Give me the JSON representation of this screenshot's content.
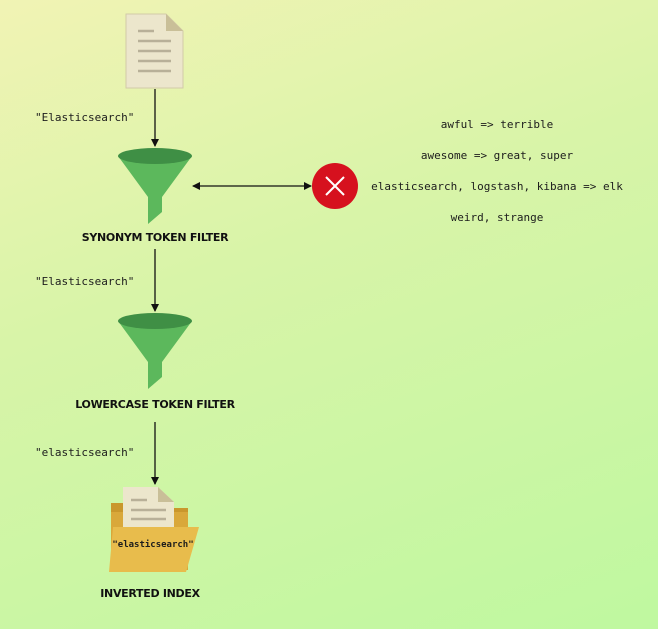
{
  "flow": {
    "token_1": "\"Elasticsearch\"",
    "token_2": "\"Elasticsearch\"",
    "token_3": "\"elasticsearch\""
  },
  "filters": {
    "synonym_label": "SYNONYM TOKEN FILTER",
    "lowercase_label": "LOWERCASE TOKEN FILTER"
  },
  "index": {
    "label": "INVERTED INDEX",
    "doc_token": "\"elasticsearch\""
  },
  "synonyms": [
    "awful => terrible",
    "awesome => great, super",
    "elasticsearch, logstash, kibana => elk",
    "weird, strange"
  ],
  "colors": {
    "funnel_light": "#5cb85c",
    "funnel_dark": "#3f8f45",
    "error_red": "#d6111e",
    "folder": "#e3b94a",
    "paper": "#ece6cc"
  },
  "icons": {
    "document": "document-icon",
    "funnel": "funnel-icon",
    "error": "error-x-icon",
    "folder": "folder-icon"
  }
}
